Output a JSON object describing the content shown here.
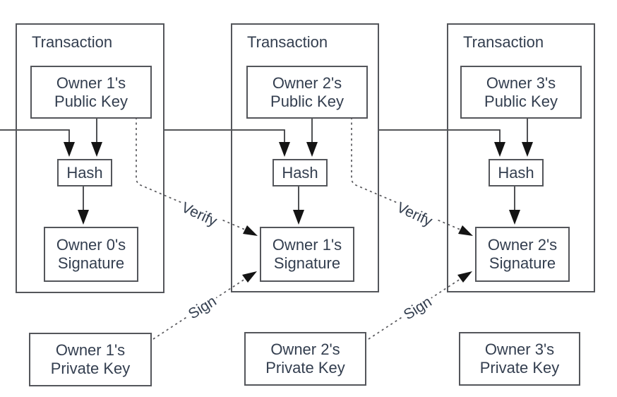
{
  "colors": {
    "background": "#ffffff",
    "box-border": "#54565b",
    "line": "#3d3e42",
    "arrow": "#141414",
    "dash": "#58585c",
    "text": "#333e4f"
  },
  "transactions": [
    {
      "title": "Transaction",
      "public_key": [
        "Owner 1's",
        "Public Key"
      ],
      "hash": "Hash",
      "signature": [
        "Owner 0's",
        "Signature"
      ]
    },
    {
      "title": "Transaction",
      "public_key": [
        "Owner 2's",
        "Public Key"
      ],
      "hash": "Hash",
      "signature": [
        "Owner 1's",
        "Signature"
      ]
    },
    {
      "title": "Transaction",
      "public_key": [
        "Owner 3's",
        "Public Key"
      ],
      "hash": "Hash",
      "signature": [
        "Owner 2's",
        "Signature"
      ]
    }
  ],
  "private_keys": [
    [
      "Owner 1's",
      "Private Key"
    ],
    [
      "Owner 2's",
      "Private Key"
    ],
    [
      "Owner 3's",
      "Private Key"
    ]
  ],
  "edge_labels": {
    "verify": "Verify",
    "sign": "Sign"
  }
}
